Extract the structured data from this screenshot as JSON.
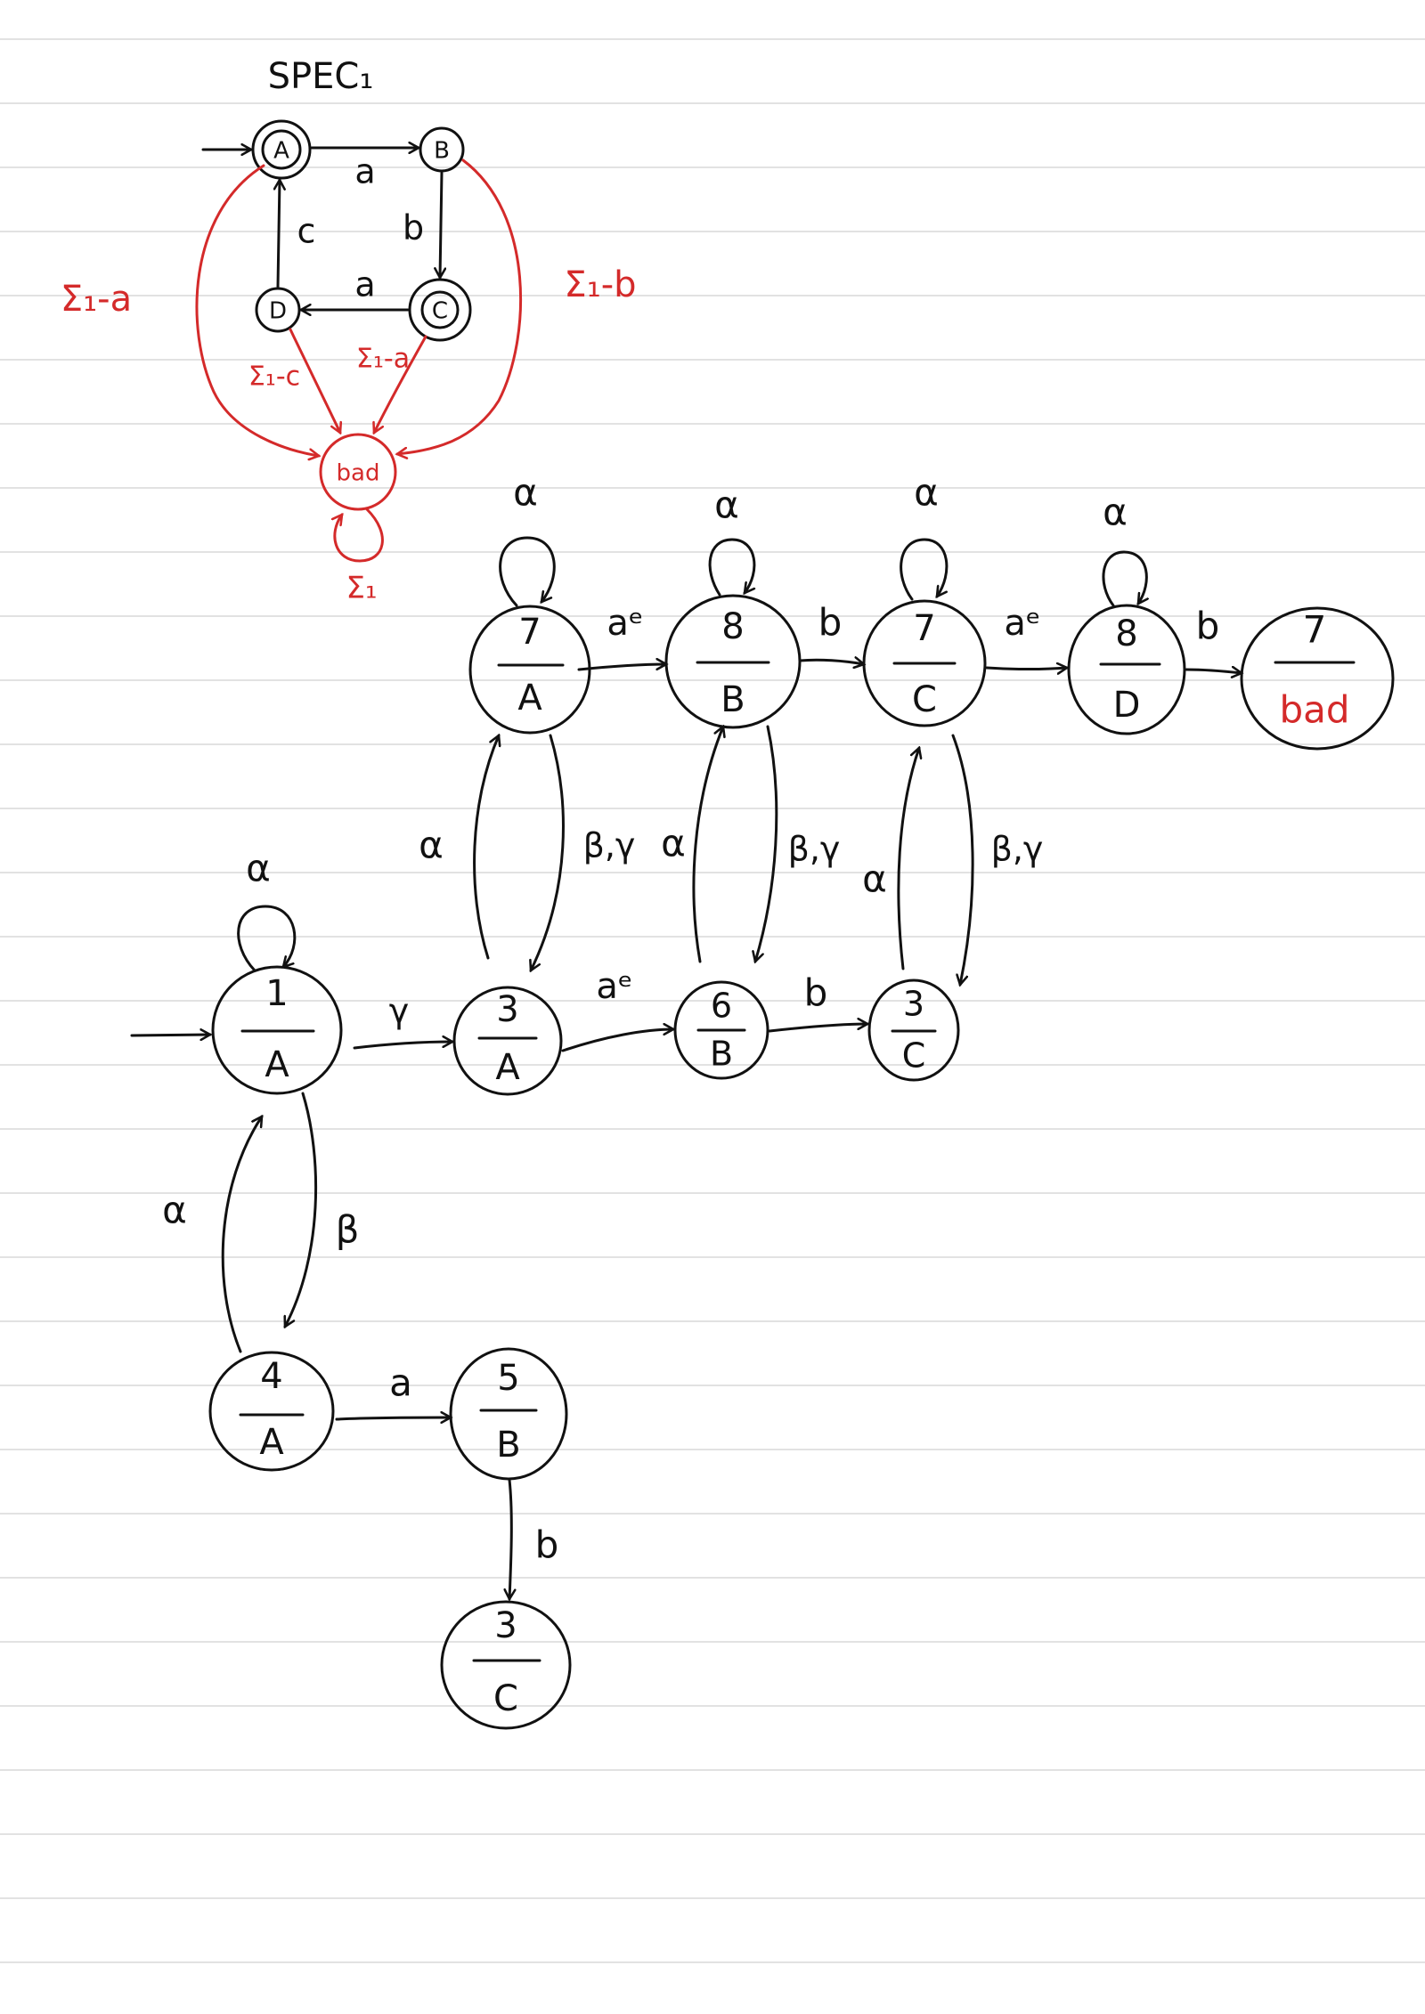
{
  "colors": {
    "paper": "#ffffff",
    "rule": "#d9d9d9",
    "ink": "#111111",
    "accent": "#d42a2a"
  },
  "spec": {
    "title": "SPEC₁",
    "states": [
      {
        "id": "A",
        "label": "A",
        "accepting": true,
        "initial": true
      },
      {
        "id": "B",
        "label": "B",
        "accepting": false
      },
      {
        "id": "C",
        "label": "C",
        "accepting": true
      },
      {
        "id": "D",
        "label": "D",
        "accepting": false
      },
      {
        "id": "bad",
        "label": "bad",
        "accepting": false
      }
    ],
    "transitions": [
      {
        "from": "A",
        "to": "B",
        "label": "a"
      },
      {
        "from": "B",
        "to": "C",
        "label": "b"
      },
      {
        "from": "C",
        "to": "D",
        "label": "a"
      },
      {
        "from": "D",
        "to": "A",
        "label": "c"
      },
      {
        "from": "A",
        "to": "bad",
        "label": "Σ₁-a"
      },
      {
        "from": "B",
        "to": "bad",
        "label": "Σ₁-b"
      },
      {
        "from": "C",
        "to": "bad",
        "label": "Σ₁-a"
      },
      {
        "from": "D",
        "to": "bad",
        "label": "Σ₁-c"
      },
      {
        "from": "bad",
        "to": "bad",
        "label": "Σ₁"
      }
    ]
  },
  "product": {
    "nodes": [
      {
        "id": "n1A",
        "top": "1",
        "bottom": "A",
        "initial": true
      },
      {
        "id": "n3A",
        "top": "3",
        "bottom": "A"
      },
      {
        "id": "n6B",
        "top": "6",
        "bottom": "B"
      },
      {
        "id": "n3C_mid",
        "top": "3",
        "bottom": "C"
      },
      {
        "id": "n7A",
        "top": "7",
        "bottom": "A"
      },
      {
        "id": "n8B",
        "top": "8",
        "bottom": "B"
      },
      {
        "id": "n7C",
        "top": "7",
        "bottom": "C"
      },
      {
        "id": "n8D",
        "top": "8",
        "bottom": "D"
      },
      {
        "id": "n7bad",
        "top": "7",
        "bottom": "bad"
      },
      {
        "id": "n4A",
        "top": "4",
        "bottom": "A"
      },
      {
        "id": "n5B",
        "top": "5",
        "bottom": "B"
      },
      {
        "id": "n3C_low",
        "top": "3",
        "bottom": "C"
      }
    ],
    "edges": [
      {
        "from": "n1A",
        "to": "n1A",
        "label": "α"
      },
      {
        "from": "n1A",
        "to": "n3A",
        "label": "γ"
      },
      {
        "from": "n1A",
        "to": "n4A",
        "label": "β"
      },
      {
        "from": "n4A",
        "to": "n1A",
        "label": "α"
      },
      {
        "from": "n3A",
        "to": "n6B",
        "label": "aᵉ"
      },
      {
        "from": "n6B",
        "to": "n3C_mid",
        "label": "b"
      },
      {
        "from": "n3A",
        "to": "n7A",
        "label": "α"
      },
      {
        "from": "n7A",
        "to": "n3A",
        "label": "β,γ"
      },
      {
        "from": "n6B",
        "to": "n8B",
        "label": "α"
      },
      {
        "from": "n8B",
        "to": "n6B",
        "label": "β,γ"
      },
      {
        "from": "n3C_mid",
        "to": "n7C",
        "label": "α"
      },
      {
        "from": "n7C",
        "to": "n3C_mid",
        "label": "β,γ"
      },
      {
        "from": "n7A",
        "to": "n7A",
        "label": "α"
      },
      {
        "from": "n8B",
        "to": "n8B",
        "label": "α"
      },
      {
        "from": "n7C",
        "to": "n7C",
        "label": "α"
      },
      {
        "from": "n8D",
        "to": "n8D",
        "label": "α"
      },
      {
        "from": "n7A",
        "to": "n8B",
        "label": "aᵉ"
      },
      {
        "from": "n8B",
        "to": "n7C",
        "label": "b"
      },
      {
        "from": "n7C",
        "to": "n8D",
        "label": "aᵉ"
      },
      {
        "from": "n8D",
        "to": "n7bad",
        "label": "b"
      },
      {
        "from": "n4A",
        "to": "n5B",
        "label": "a"
      },
      {
        "from": "n5B",
        "to": "n3C_low",
        "label": "b"
      }
    ]
  }
}
